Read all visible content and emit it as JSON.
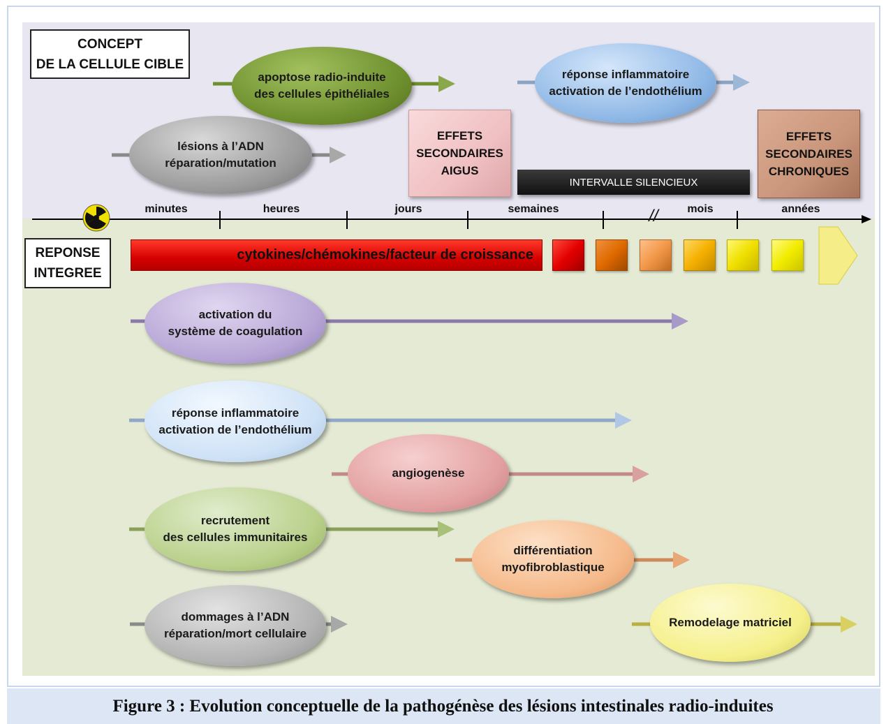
{
  "concept_box": {
    "line1": "CONCEPT",
    "line2": "DE LA CELLULE CIBLE"
  },
  "reponse_box": {
    "line1": "REPONSE",
    "line2": "INTEGREE"
  },
  "top_ellipses": {
    "apoptose": {
      "line1": "apoptose radio-induite",
      "line2": "des cellules épithéliales",
      "color": "#6e8f2e"
    },
    "lesions": {
      "line1": "lésions à l’ADN",
      "line2": "réparation/mutation",
      "color": "#9a9a9a"
    },
    "reponse_top": {
      "line1": "réponse inflammatoire",
      "line2": "activation de l’endothélium",
      "color": "#8fb8e6"
    }
  },
  "effects": {
    "aigus": {
      "line1": "EFFETS",
      "line2": "SECONDAIRES",
      "line3": "AIGUS",
      "color": "#f2c6c8"
    },
    "chroniques": {
      "line1": "EFFETS",
      "line2": "SECONDAIRES",
      "line3": "CHRONIQUES",
      "color": "#c9957a"
    }
  },
  "silent_interval": "INTERVALLE SILENCIEUX",
  "timeline": {
    "labels": [
      "minutes",
      "heures",
      "jours",
      "semaines",
      "mois",
      "années"
    ],
    "break_mark": "//"
  },
  "cytokine_bar": {
    "label": "cytokines/chémokines/facteur de croissance",
    "color": "#e00000"
  },
  "gradient_squares": [
    "#e30000",
    "#e06a00",
    "#f2984a",
    "#f5b000",
    "#f0e000",
    "#f2ec00"
  ],
  "bottom_ellipses": {
    "coagulation": {
      "line1": "activation du",
      "line2": "système de coagulation",
      "color": "#b7a6d6"
    },
    "inflammation": {
      "line1": "réponse inflammatoire",
      "line2": "activation de l’endothélium",
      "color": "#cfe2f6"
    },
    "angiogenese": {
      "line1": "angiogenèse",
      "color": "#e3a0a0"
    },
    "recrutement": {
      "line1": "recrutement",
      "line2": "des cellules immunitaires",
      "color": "#b9d08a"
    },
    "differentiation": {
      "line1": "différentiation",
      "line2": "myofibroblastique",
      "color": "#f5b98a"
    },
    "dommages": {
      "line1": "dommages à l’ADN",
      "line2": "réparation/mort cellulaire",
      "color": "#b3b3b3"
    },
    "remodelage": {
      "line1": "Remodelage matriciel",
      "color": "#f5f08a"
    }
  },
  "caption": "Figure 3 : Evolution conceptuelle de la pathogénèse des lésions intestinales radio-induites"
}
